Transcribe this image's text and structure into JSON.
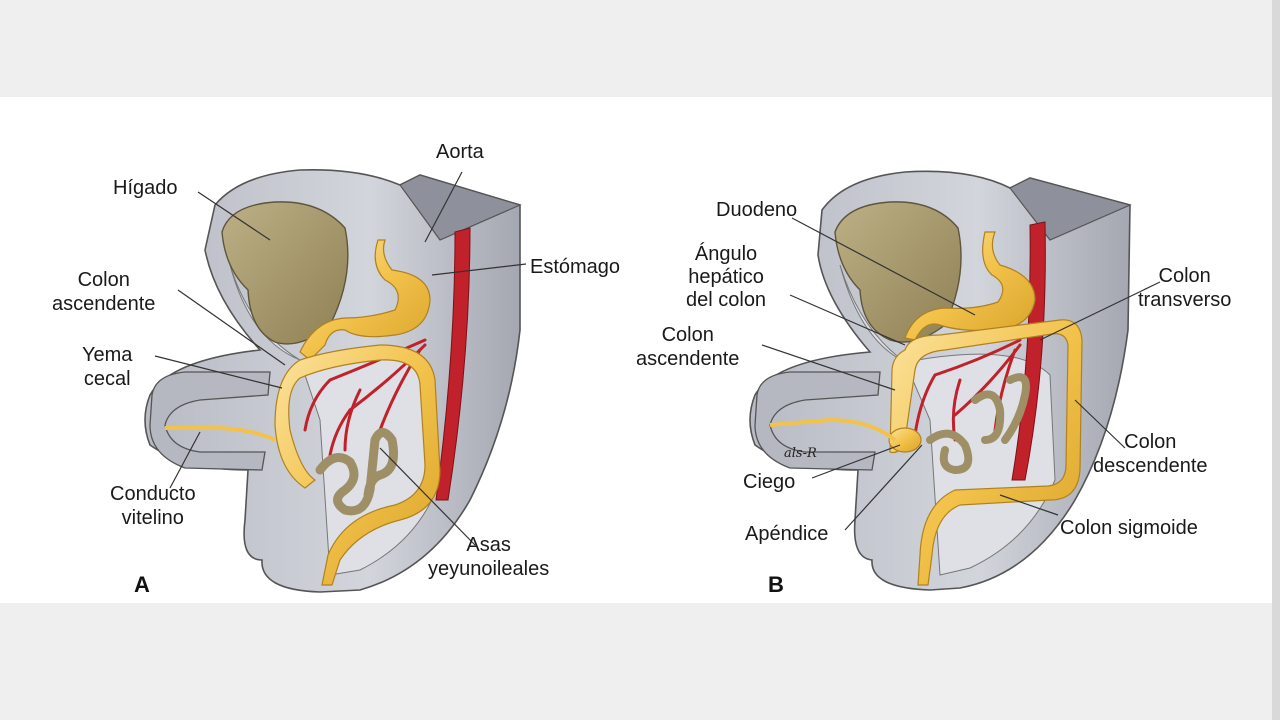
{
  "figure": {
    "panel_a": {
      "letter": "A",
      "labels": {
        "aorta": "Aorta",
        "higado": "Hígado",
        "estomago": "Estómago",
        "colon_ascendente": "Colon\nascendente",
        "yema_cecal": "Yema\ncecal",
        "conducto_vitelino": "Conducto\nvitelino",
        "asas": "Asas\nyeyunoileales"
      }
    },
    "panel_b": {
      "letter": "B",
      "labels": {
        "duodeno": "Duodeno",
        "angulo": "Ángulo\nhepático\ndel colon",
        "colon_ascendente": "Colon\nascendente",
        "colon_transverso": "Colon\ntransverso",
        "colon_descendente": "Colon\ndescendente",
        "ciego": "Ciego",
        "apendice": "Apéndice",
        "colon_sigmoide": "Colon sigmoide"
      },
      "signature": "als-R"
    },
    "colors": {
      "background": "#efefef",
      "panel": "#ffffff",
      "body_tissue": "#c9cbd3",
      "body_tissue_dark": "#9ea1ab",
      "liver": "#a89a6c",
      "gut": "#f2c24a",
      "artery": "#c1212b"
    }
  }
}
